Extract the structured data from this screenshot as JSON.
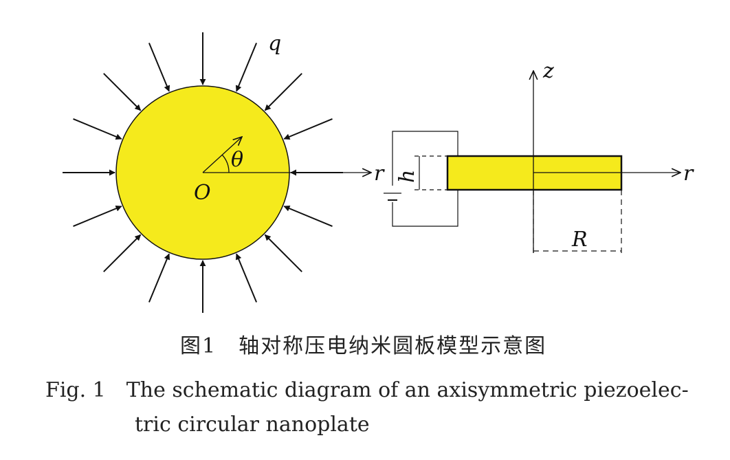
{
  "figure": {
    "labels": {
      "load": "q",
      "angle": "θ",
      "origin": "O",
      "radial_left": "r",
      "radial_right": "r",
      "axial": "z",
      "thickness": "h",
      "radius": "R"
    },
    "colors": {
      "plate_fill": "#f5ea1c",
      "stroke": "#111111"
    },
    "caption": {
      "chinese": "图1　轴对称压电纳米圆板模型示意图",
      "english_line1": "Fig. 1　The schematic diagram of an axisymmetric piezoelec-",
      "english_line2": "tric circular nanoplate"
    }
  }
}
